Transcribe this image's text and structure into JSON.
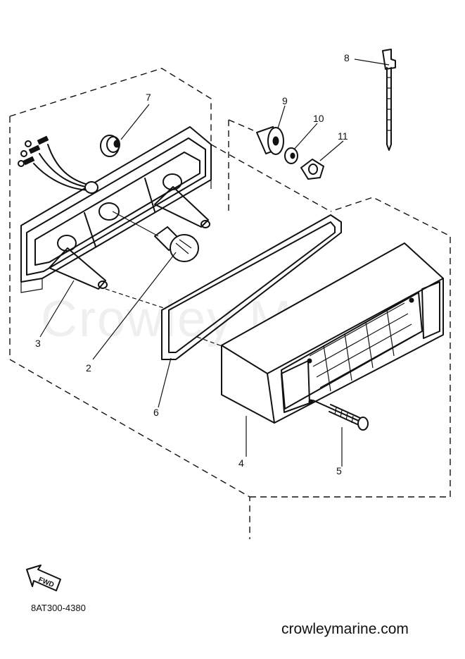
{
  "callouts": {
    "c1": "2",
    "c2": "3",
    "c3": "4",
    "c4": "5",
    "c5": "6",
    "c6": "7",
    "c7": "8",
    "c8": "9",
    "c9": "10",
    "c10": "11"
  },
  "fwd_label": "FWD",
  "part_code": "8AT300-4380",
  "site_url": "crowleymarine.com",
  "watermark": "Crowley Marine"
}
